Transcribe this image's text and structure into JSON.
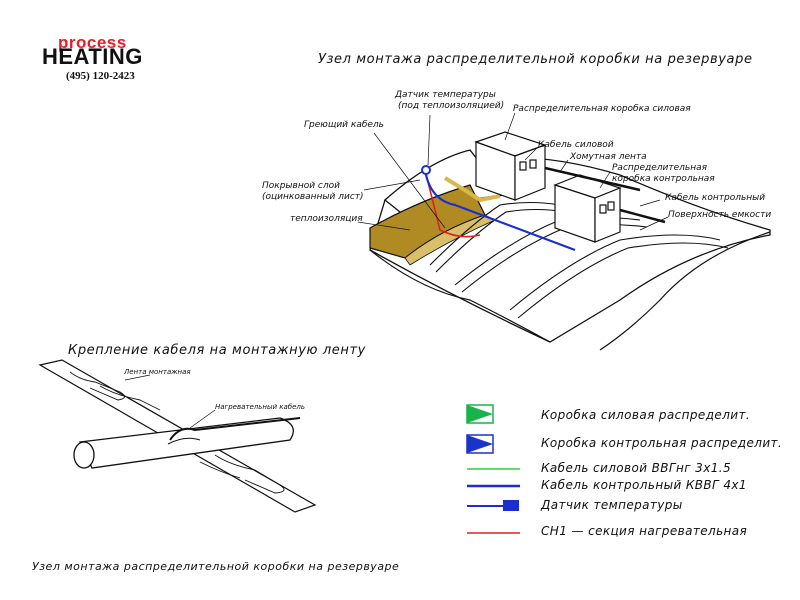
{
  "logo": {
    "word1": "process",
    "word2": "HEATING",
    "phone": "(495) 120-2423"
  },
  "title_main": "Узел монтажа распределительной коробки на резервуаре",
  "title_sub": "Крепление кабеля на монтажную ленту",
  "caption": "Узел монтажа распределительной коробки на резервуаре",
  "labels": {
    "sensor_1": "Датчик температуры",
    "sensor_2": "(под теплоизоляцией)",
    "heating_cable": "Греющий кабель",
    "box_power": "Распределительная коробка силовая",
    "cover_1": "Покрывной слой",
    "cover_2": "(оцинкованный лист)",
    "insulation": "теплоизоляция",
    "power_cable": "Кабель силовой",
    "clamp_tape": "Хомутная лента",
    "box_control_1": "Распределительная",
    "box_control_2": "коробка контрольная",
    "control_cable": "Кабель контрольный",
    "tank_surface": "Поверхность емкости",
    "mount_tape": "Лента монтажная",
    "heat_cable_2": "Нагревательный кабель"
  },
  "legend": [
    {
      "text": "Коробка силовая распределит.",
      "icon": "power-box-icon",
      "color": "#19b34a"
    },
    {
      "text": "Коробка контрольная распределит.",
      "icon": "control-box-icon",
      "color": "#1a33c8"
    },
    {
      "text": "Кабель силовой ВВГнг 3х1.5",
      "icon": "power-cable-icon",
      "color": "#2bd13c"
    },
    {
      "text": "Кабель контрольный КВВГ 4х1",
      "icon": "control-cable-icon",
      "color": "#1a2fd0"
    },
    {
      "text": "Датчик температуры",
      "icon": "temperature-sensor-icon",
      "color": "#1a2fd0"
    },
    {
      "text": "СН1 — секция нагревательная",
      "icon": "heating-section-icon",
      "color": "#e02020"
    }
  ],
  "colors": {
    "insulation": "#b08a22",
    "power": "#2bd13c",
    "control": "#1a2fd0",
    "heat": "#e02020"
  }
}
